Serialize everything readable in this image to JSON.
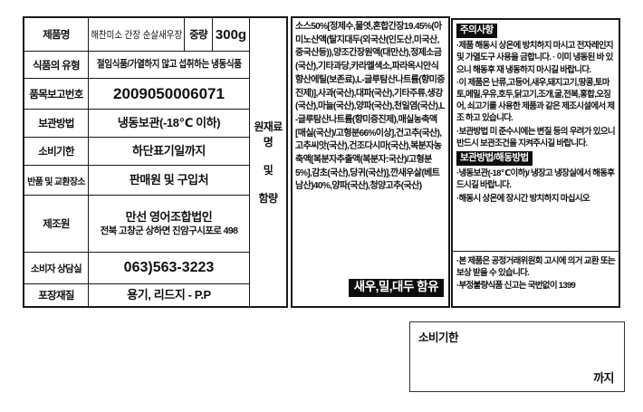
{
  "colors": {
    "background": "#ffffff",
    "border": "#1a1a1a",
    "text": "#111111",
    "badge_bg": "#0d0d0d",
    "badge_fg": "#ffffff"
  },
  "product_table": {
    "rows": [
      {
        "label": "제품명",
        "value": "해찬미소 간장 순살새우장",
        "extra_label": "중량",
        "extra_value": "300g"
      },
      {
        "label": "식품의 유형",
        "value": "절임식품/가열하지 않고 섭취하는 냉동식품"
      },
      {
        "label": "품목보고번호",
        "value": "2009050006071"
      },
      {
        "label": "보관방법",
        "value": "냉동보관(-18℃ 이하)"
      },
      {
        "label": "소비기한",
        "value": "하단표기일까지"
      },
      {
        "label": "반품 및 교환장소",
        "value": "판매원 및 구입처"
      },
      {
        "label": "제조원",
        "value": "만선 영어조합법인",
        "value2": "전북 고창군 상하면 진암구시포로 498"
      },
      {
        "label": "소비자 상담실",
        "value": "063)563-3223"
      },
      {
        "label": "포장재질",
        "value": "용기, 리드지 - P.P"
      }
    ],
    "side_header": {
      "line1": "원재료명",
      "line2": "및",
      "line3": "함량"
    }
  },
  "ingredients": {
    "text": "소스50%[정제수,물엿,혼합간장19.45%(아미노산액(탈지대두(외국산(인도산,미국산,중국산등)),양조간장원액(대만산),정제소금(국산),기타과당,카라멜색소,파라옥시안식향산에틸(보존료),L-글루탐산나트륨(향미증진제)],사과(국산),대파(국산),기타주류,생강(국산),마늘(국산),양파(국산),천일염(국산),L-글루탐산나트륨(향미증진제),매실농축액[매실(국산)/고형분66%이상],건고추(국산),고추씨앗(국산),건조다시마(국산),복분자농축액[복분자추출액(복분자:국산)/고형분5%],감초(국산),당귀(국산)],깐새우살(베트남산)40%,양파(국산),청양고추(국산)",
    "allergen_badge": "새우,밀,대두 함유"
  },
  "notices": {
    "caution_title": "주의사항",
    "caution_items": [
      "제품 해동시 상온에 방치하지 마시고 전자레인지 및 가열도구 사용을 금합니다. · 이미 냉동된 바 있으니 해동후 재 냉동하지 마시길 바랍니다.",
      "이 제품은 난류,고등어,새우,돼지고기,땅콩,토마토,메밀,우유,호두,닭고기,조개,굴,전복,홍합,오징어, 쇠고기를 사용한 제품과 같은 제조시설에서 제조 하고 있습니다.",
      "보관방법 미 준수시에는 변질 등의 우려가 있으니 반드시 보관조건을 지켜주시길 바랍니다."
    ],
    "storage_title": "보관방법/해동방법",
    "storage_items": [
      "냉동보관(-18℃이하)/ 냉장고 냉장실에서 해동후 드시길 바랍니다.",
      "해동시 상온에 장시간 방치하지 마십시오"
    ],
    "footer_items": [
      "본 제품은 공정거래위원회 고시에 의거 교환 또는 보상 받을 수 있습니다.",
      "부정불량식품 신고는 국번없이 1399"
    ]
  },
  "expiry_box": {
    "label": "소비기한",
    "suffix": "까지"
  }
}
